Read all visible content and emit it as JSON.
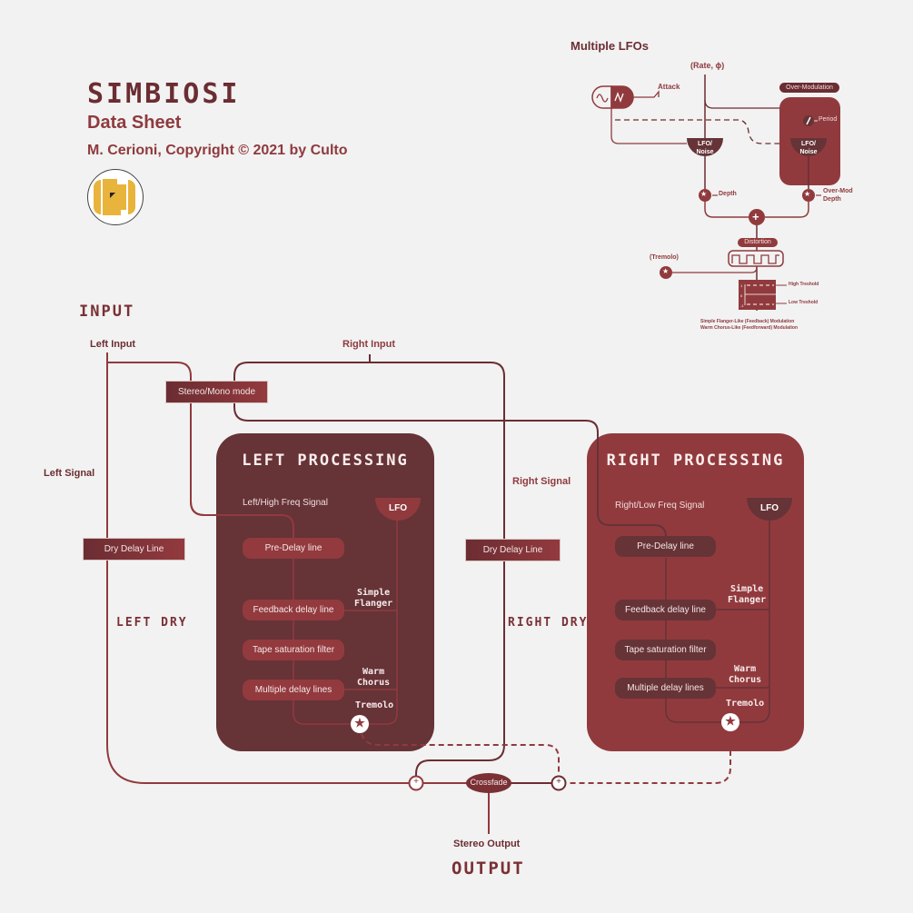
{
  "header": {
    "title": "SIMBIOSI",
    "subtitle": "Data Sheet",
    "credit": "M. Cerioni, Copyright © 2021 by Culto",
    "logo_icon": "culto-logo-icon"
  },
  "colors": {
    "background": "#f2f2f2",
    "dark_red": "#663337",
    "red": "#913a3d",
    "text_dark": "#6b2d32",
    "accent_yellow": "#e9b43c"
  },
  "lfo_section": {
    "title": "Multiple LFOs",
    "rate_label": "(Rate, ϕ)",
    "attack_label": "Attack",
    "over_modulation_label": "Over-Modulation",
    "period_label": "Period",
    "lfo_noise_label_1": "LFO/",
    "lfo_noise_label_2": "Noise",
    "depth_label": "Depth",
    "over_mod_depth_label_1": "Over-Mod",
    "over_mod_depth_label_2": "Depth",
    "distortion_label": "Distortion",
    "tremolo_label": "(Tremolo)",
    "high_threshold_label": "High Treshold",
    "low_threshold_label": "Low Treshold",
    "scale_ticks": [
      "1",
      "0",
      "-1"
    ],
    "modulation_note_1": "Simple Flanger-Like (Feedback) Modulation",
    "modulation_note_2": "Warm Chorus-Like (Feedforward) Modulation"
  },
  "input": {
    "heading": "INPUT",
    "left_input": "Left Input",
    "right_input": "Right Input",
    "stereo_mono": "Stereo/Mono mode",
    "left_signal": "Left Signal",
    "right_signal": "Right Signal",
    "dry_delay_left": "Dry Delay Line",
    "dry_delay_right": "Dry Delay Line",
    "left_dry": "LEFT DRY",
    "right_dry": "RIGHT DRY"
  },
  "left_processing": {
    "title": "LEFT PROCESSING",
    "signal": "Left/High Freq Signal",
    "lfo": "LFO",
    "blocks": [
      "Pre-Delay line",
      "Feedback delay line",
      "Tape saturation filter",
      "Multiple delay lines"
    ],
    "simple_1": "Simple",
    "simple_2": "Flanger",
    "warm_1": "Warm",
    "warm_2": "Chorus",
    "tremolo": "Tremolo"
  },
  "right_processing": {
    "title": "RIGHT PROCESSING",
    "signal": "Right/Low Freq Signal",
    "lfo": "LFO",
    "blocks": [
      "Pre-Delay line",
      "Feedback delay line",
      "Tape saturation filter",
      "Multiple delay lines"
    ],
    "simple_1": "Simple",
    "simple_2": "Flanger",
    "warm_1": "Warm",
    "warm_2": "Chorus",
    "tremolo": "Tremolo"
  },
  "output": {
    "crossfade": "Crossfade",
    "stereo_output": "Stereo Output",
    "heading": "OUTPUT",
    "plus": "+",
    "star": "★"
  }
}
